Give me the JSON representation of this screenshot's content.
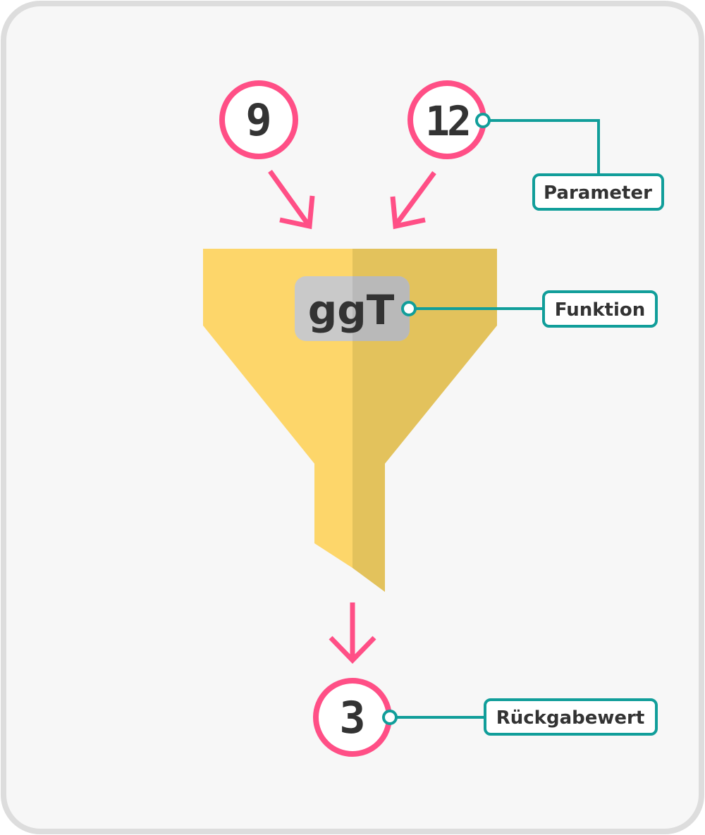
{
  "diagram": {
    "inputs": [
      {
        "value": "9"
      },
      {
        "value": "12"
      }
    ],
    "function_name": "ggT",
    "output": {
      "value": "3"
    },
    "labels": {
      "parameter": "Parameter",
      "function": "Funktion",
      "return_value": "Rückgabewert"
    }
  },
  "colors": {
    "background": "#f7f7f7",
    "frame_border": "#dddddd",
    "accent_pink": "#ff4f86",
    "callout_teal": "#119e9a",
    "funnel_light": "#fdd66a",
    "funnel_dark": "#e3c25c",
    "function_box": "#c9c9c9",
    "text": "#333333"
  }
}
